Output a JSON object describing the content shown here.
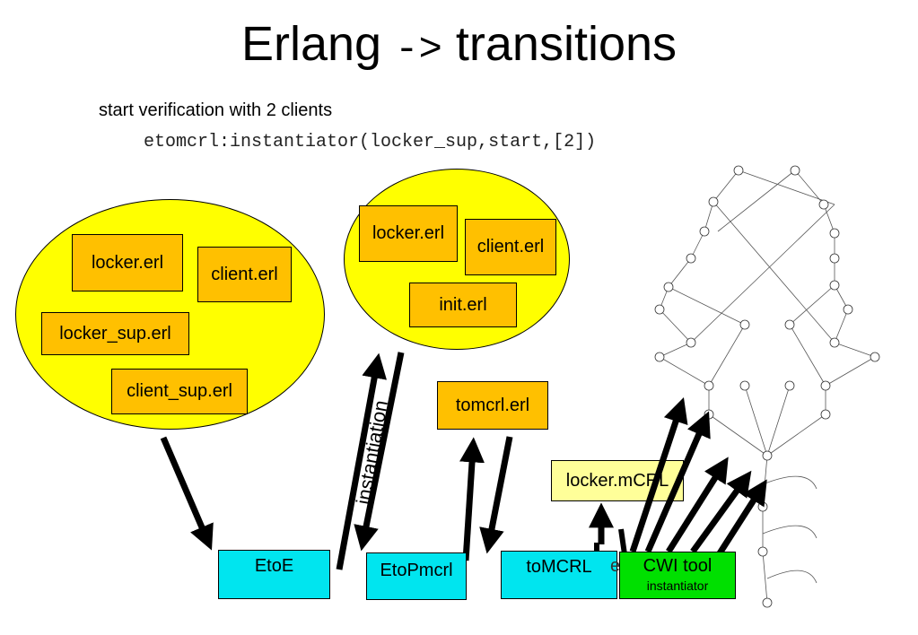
{
  "title_main": "Erlang",
  "title_arrow": "->",
  "title_rest": "transitions",
  "subtitle": "start verification with 2 clients",
  "command": "etomcrl:instantiator(locker_sup,start,[2])",
  "left_ellipse": {
    "files": [
      "locker.erl",
      "client.erl",
      "locker_sup.erl",
      "client_sup.erl"
    ]
  },
  "right_ellipse": {
    "files": [
      "locker.erl",
      "client.erl",
      "init.erl"
    ]
  },
  "tomcrl_file": "tomcrl.erl",
  "locker_mcrl": "locker.mCRL",
  "instantiation_label": "instantiation",
  "stages": {
    "etoe": "EtoE",
    "etopmcrl": "EtoPmcrl",
    "tomcrl": "toMCRL",
    "hidden": "e",
    "cwi_title": "CWI tool",
    "cwi_sub": "instantiator"
  },
  "colors": {
    "ellipse": "#ffff00",
    "file_box": "#ffc000",
    "stage": "#00e5ef",
    "cwi": "#00e000",
    "mcrl": "#ffff99"
  }
}
